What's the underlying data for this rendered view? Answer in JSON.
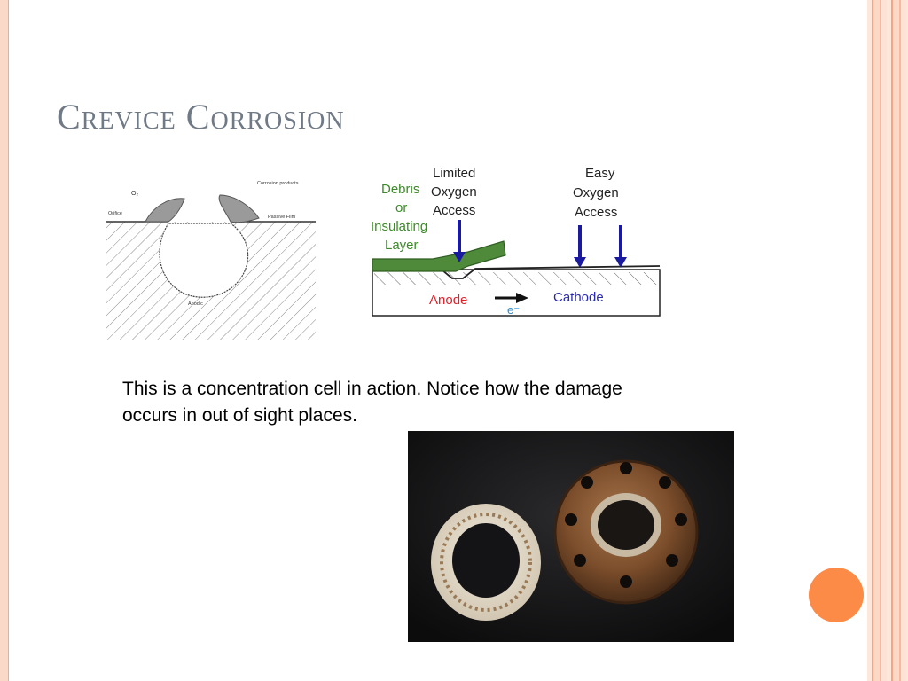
{
  "slide": {
    "title": "Crevice Corrosion",
    "caption": "This is a concentration cell in action.  Notice how the damage occurs in out of sight places."
  },
  "figure_left": {
    "labels": {
      "o2": "O₂",
      "corrosion_products": "Corrosion products",
      "orifice": "Orifice",
      "passive_film": "Passive Film",
      "anodic": "Anodic"
    }
  },
  "figure_right": {
    "labels": {
      "debris": "Debris",
      "or": "or",
      "insulating": "Insulating",
      "layer": "Layer",
      "limited": "Limited",
      "oxygen_limited": "Oxygen",
      "access_limited": "Access",
      "easy": "Easy",
      "oxygen_easy": "Oxygen",
      "access_easy": "Access",
      "anode": "Anode",
      "cathode": "Cathode",
      "electron": "e⁻"
    }
  },
  "photo": {
    "description_hidden": ""
  },
  "colors": {
    "title": "#6f7a86",
    "accent": "#fb8b46",
    "frame": "#f2a587",
    "debris_green": "#4e8a3a",
    "arrow_blue": "#1a1aa0",
    "anode_red": "#e0202a",
    "cathode_blue": "#2a2ab0"
  }
}
